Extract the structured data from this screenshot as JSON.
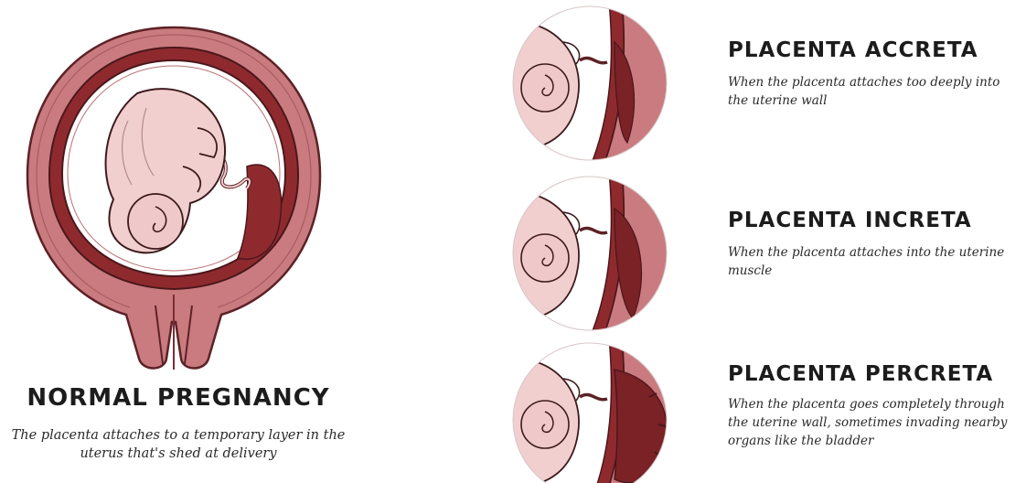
{
  "normal": {
    "title": "NORMAL PREGNANCY",
    "description": "The placenta attaches to a temporary layer in the uterus that's shed at delivery",
    "illustration_icon": "uterus-fetus-illustration"
  },
  "variants": [
    {
      "title": "PLACENTA ACCRETA",
      "description": "When the placenta attaches too deeply into the uterine wall",
      "illustration_icon": "placenta-accreta-illustration"
    },
    {
      "title": "PLACENTA INCRETA",
      "description": "When the placenta attaches into the uterine muscle",
      "illustration_icon": "placenta-increta-illustration"
    },
    {
      "title": "PLACENTA PERCRETA",
      "description": "When the placenta goes completely through the uterine wall, sometimes invading nearby organs like the bladder",
      "illustration_icon": "placenta-percreta-illustration"
    }
  ],
  "colors": {
    "uterine_wall": "#c97b7f",
    "uterine_wall_dark": "#7a2d33",
    "amniotic_fill": "#ffffff",
    "fetus_skin": "#f1cfcf",
    "placenta": "#8e2a2e",
    "lining": "#a23a3e"
  }
}
